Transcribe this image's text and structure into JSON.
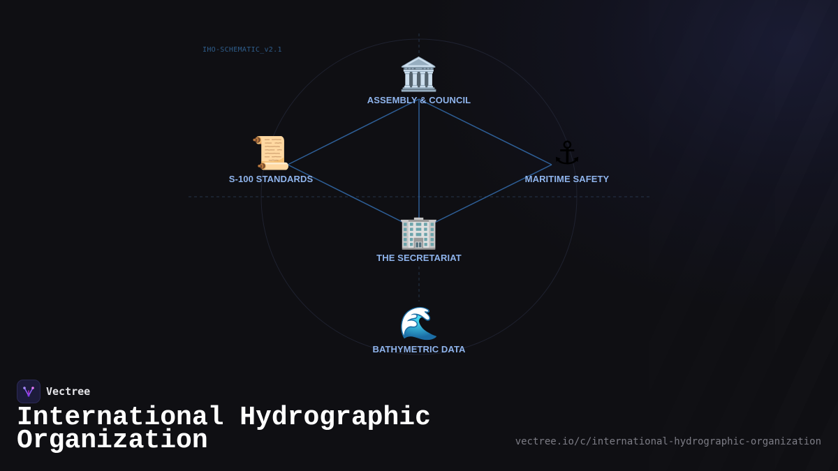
{
  "schematic_tag": "IHO-SCHEMATIC_v2.1",
  "nodes": [
    {
      "id": "assembly",
      "icon": "🏛️",
      "icon_name": "classical-building-icon",
      "label": "ASSEMBLY & COUNCIL"
    },
    {
      "id": "standards",
      "icon": "📜",
      "icon_name": "scroll-icon",
      "label": "S-100 STANDARDS"
    },
    {
      "id": "safety",
      "icon": "⚓",
      "icon_name": "anchor-icon",
      "label": "MARITIME SAFETY"
    },
    {
      "id": "secretariat",
      "icon": "🏢",
      "icon_name": "office-building-icon",
      "label": "THE SECRETARIAT"
    },
    {
      "id": "bathy",
      "icon": "🌊",
      "icon_name": "water-wave-icon",
      "label": "BATHYMETRIC DATA"
    }
  ],
  "edges": [
    [
      "assembly",
      "standards"
    ],
    [
      "assembly",
      "safety"
    ],
    [
      "assembly",
      "secretariat"
    ],
    [
      "standards",
      "secretariat"
    ],
    [
      "safety",
      "secretariat"
    ]
  ],
  "brand": {
    "name": "Vectree"
  },
  "title": "International Hydrographic Organization",
  "url": "vectree.io/c/international-hydrographic-organization",
  "colors": {
    "edge": "#2e5f97",
    "label": "#8fb4ec",
    "background": "#0f0f13"
  }
}
